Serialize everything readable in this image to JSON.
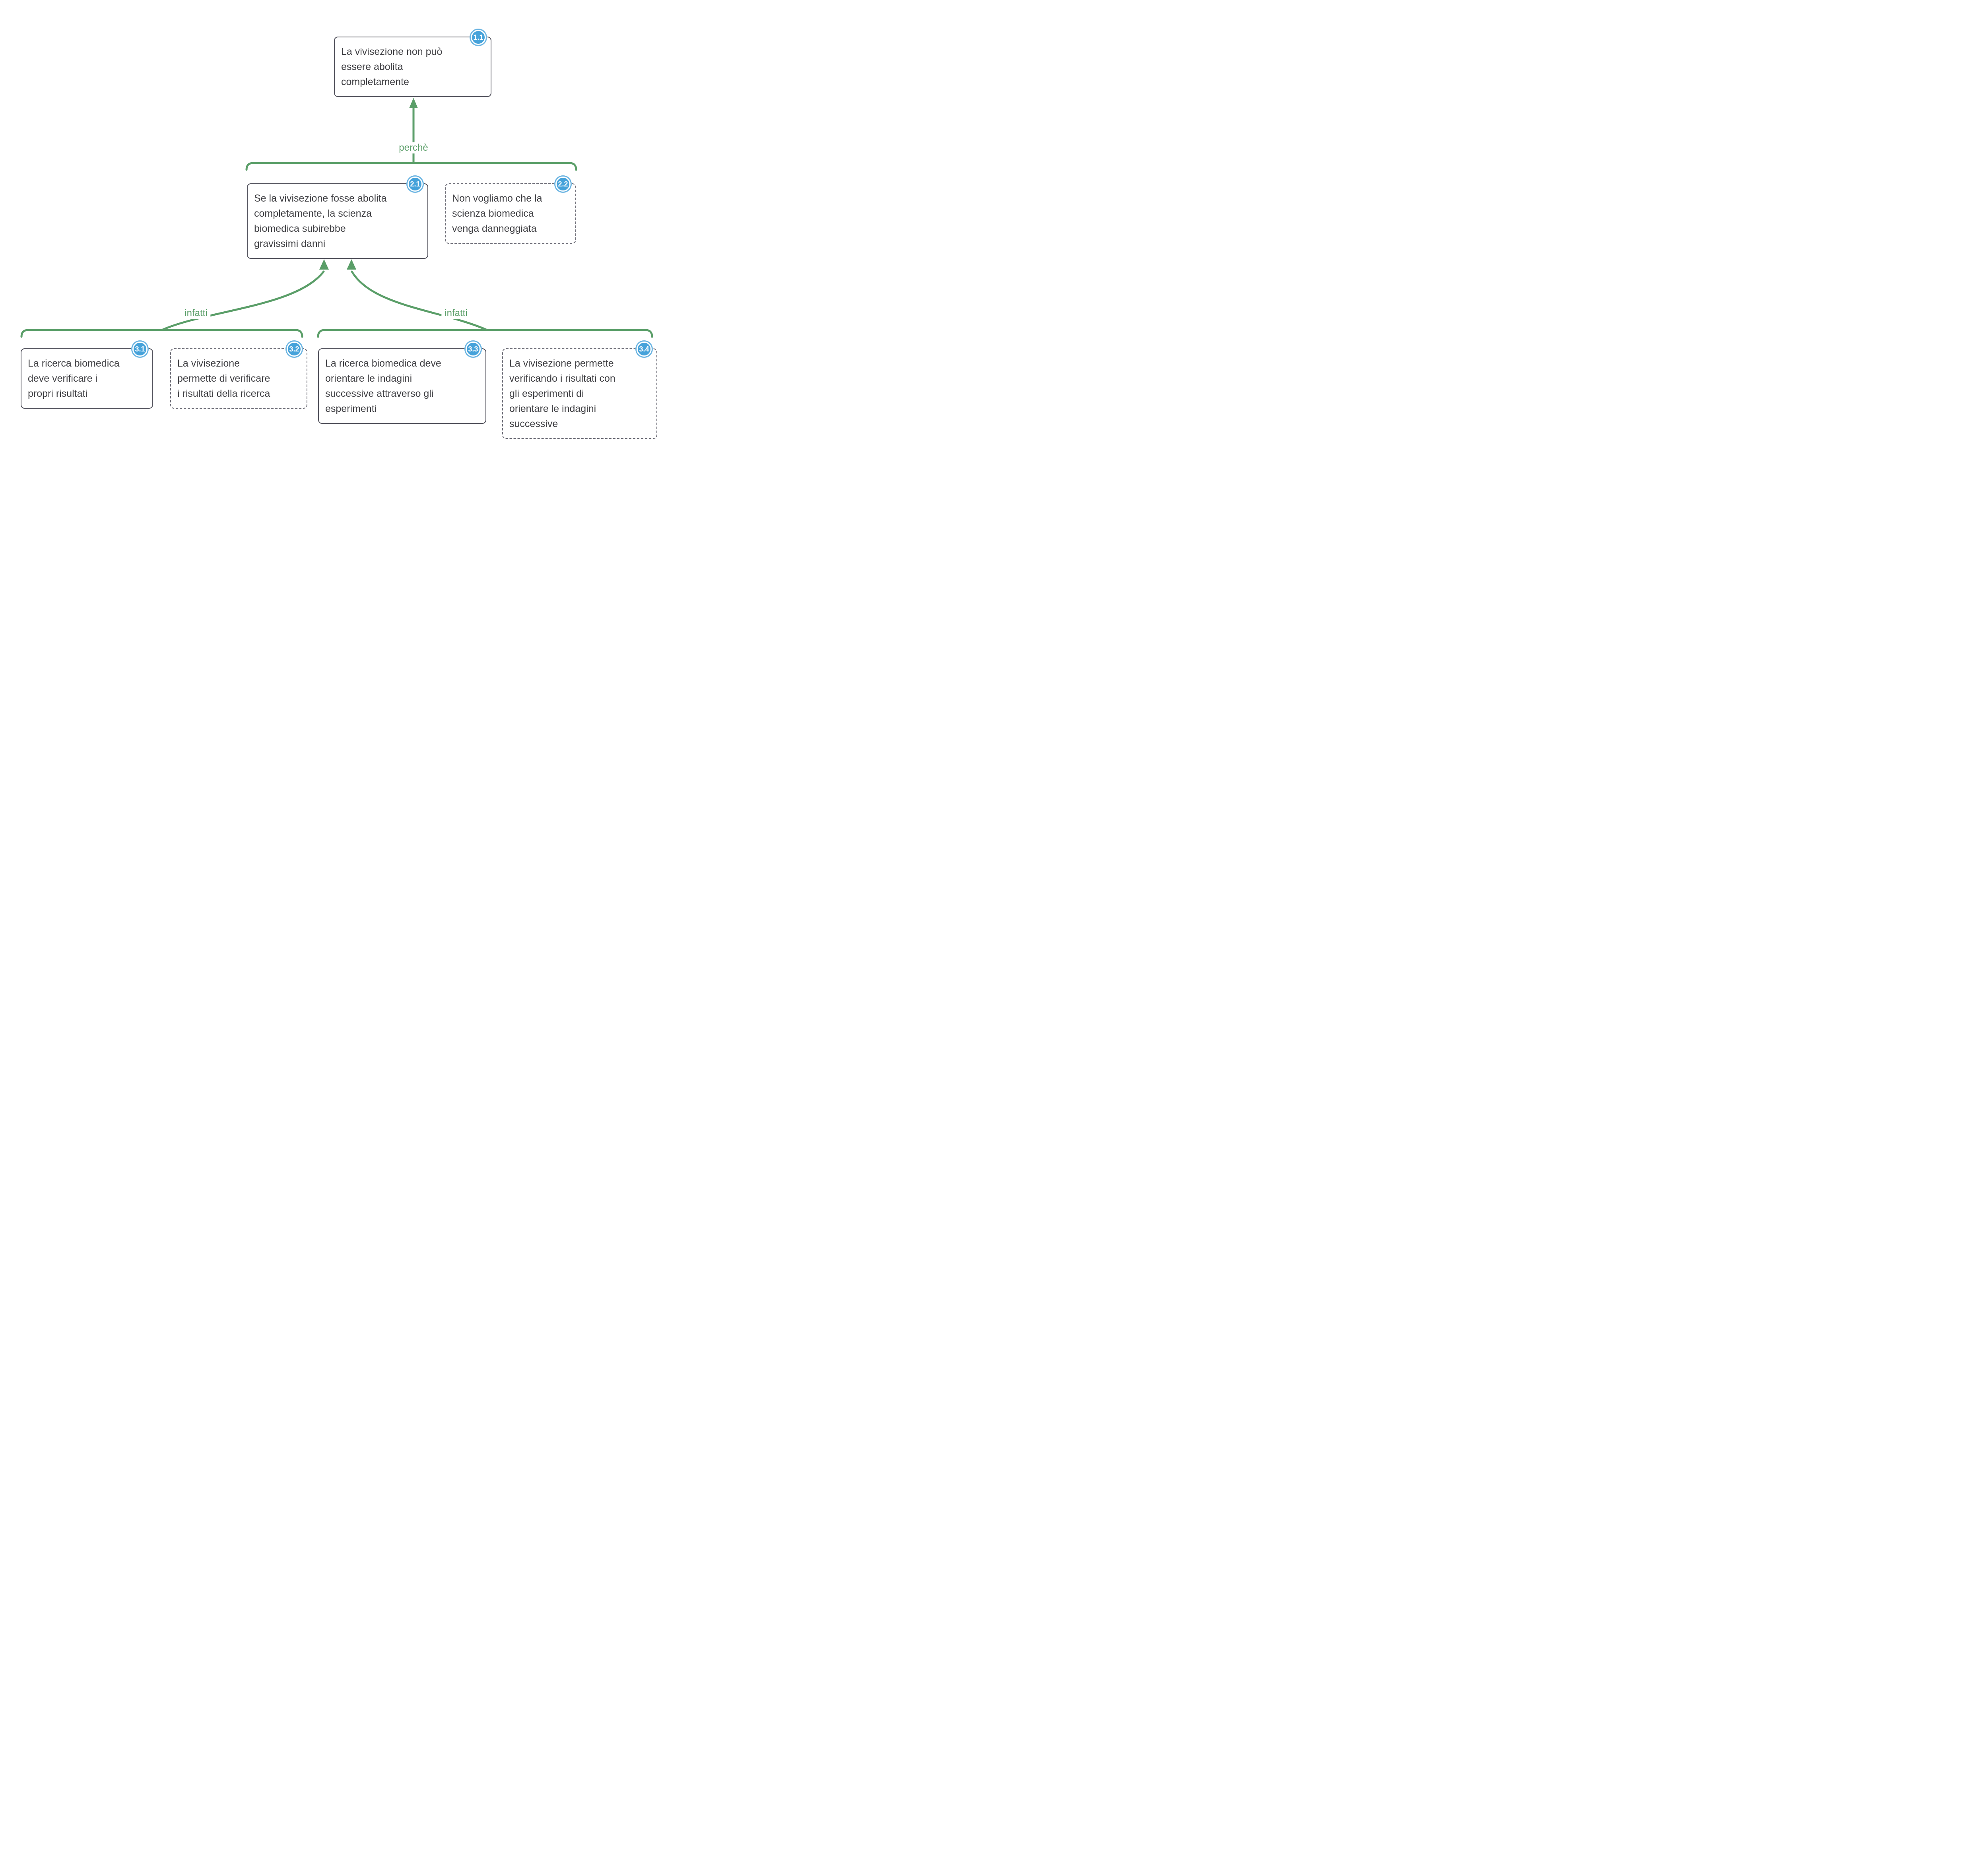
{
  "nodes": [
    {
      "id": "1.1",
      "text": "La vivisezione non può\nessere abolita\ncompletamente",
      "style": "solid"
    },
    {
      "id": "2.1",
      "text": "Se la vivisezione fosse abolita\ncompletamente, la scienza\nbiomedica subirebbe\ngravissimi danni",
      "style": "solid"
    },
    {
      "id": "2.2",
      "text": "Non vogliamo che la\nscienza biomedica\nvenga danneggiata",
      "style": "dashed"
    },
    {
      "id": "3.1",
      "text": "La ricerca biomedica\ndeve verificare i\npropri risultati",
      "style": "solid"
    },
    {
      "id": "3.2",
      "text": "La vivisezione\npermette di verificare\ni risultati della ricerca",
      "style": "dashed"
    },
    {
      "id": "3.3",
      "text": "La ricerca biomedica deve\norientare le indagini\nsuccessive attraverso gli\nesperimenti",
      "style": "solid"
    },
    {
      "id": "3.4",
      "text": "La vivisezione permette\nverificando i risultati con\ngli esperimenti di\norientare le indagini\nsuccessive",
      "style": "dashed"
    }
  ],
  "labels": {
    "perche": "perchè",
    "infatti_left": "infatti",
    "infatti_right": "infatti"
  },
  "colors": {
    "connector_green": "#5a9e68",
    "badge_blue": "#45a2da",
    "badge_ring": "#6cb5e2",
    "box_border": "#55555f",
    "box_border_dashed": "#6e6e78",
    "text": "#3f3f43"
  }
}
